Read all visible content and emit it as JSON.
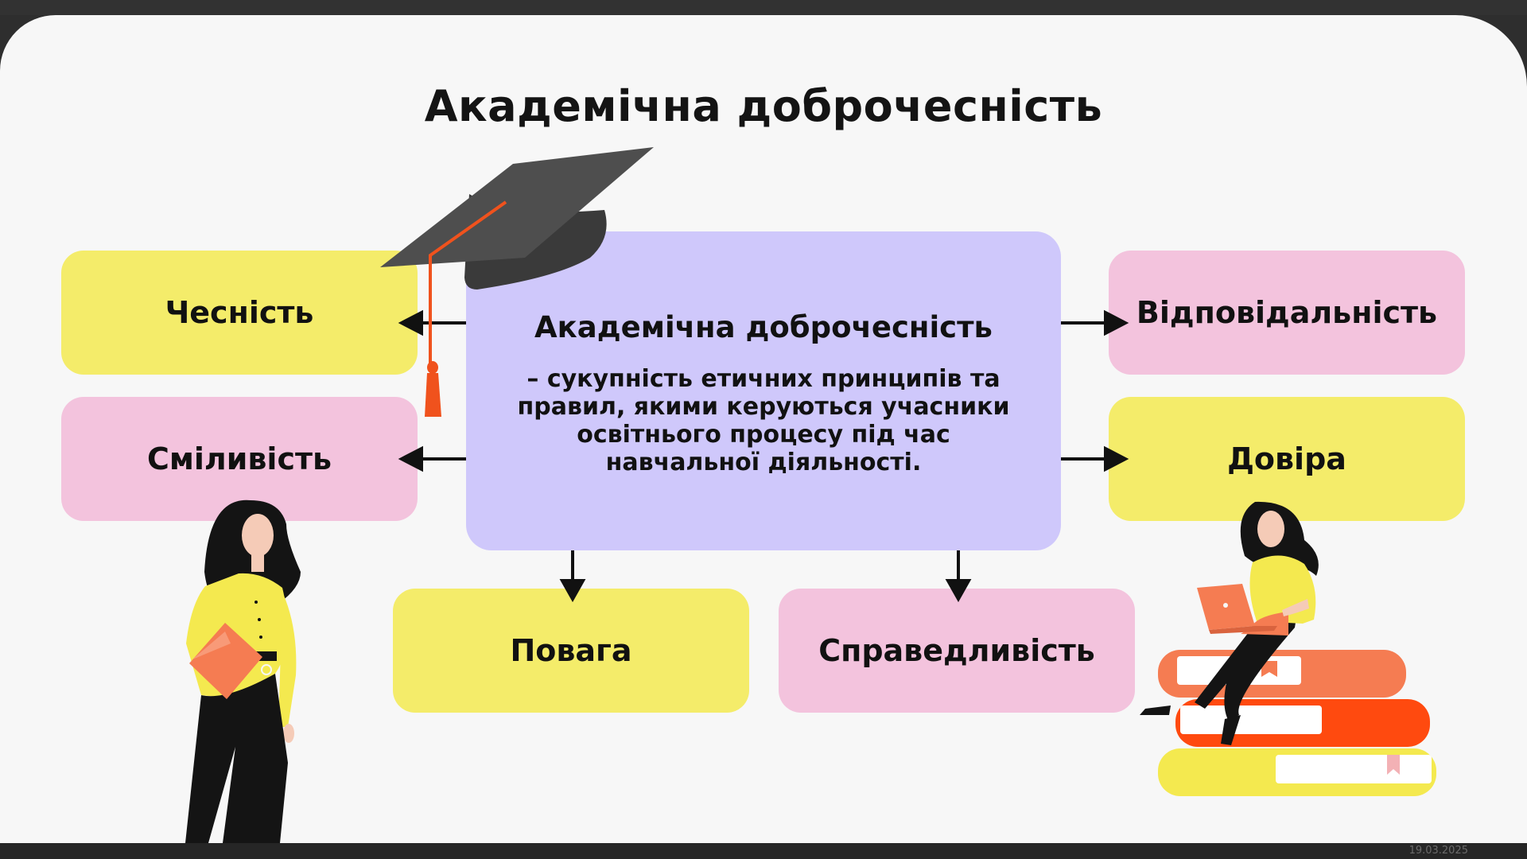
{
  "slide": {
    "title": "Академічна доброчесність",
    "center": {
      "heading": "Академічна доброчесність",
      "definition": "– сукупність етичних принципів та правил, якими керуються учасники освітнього процесу під час навчальної діяльності."
    },
    "values": [
      {
        "label": "Чесність",
        "color": "yellow"
      },
      {
        "label": "Сміливість",
        "color": "pink"
      },
      {
        "label": "Відповідальність",
        "color": "pink"
      },
      {
        "label": "Довіра",
        "color": "yellow"
      },
      {
        "label": "Повага",
        "color": "yellow"
      },
      {
        "label": "Справедливість",
        "color": "pink"
      }
    ]
  },
  "status": {
    "date": "19.03.2025"
  },
  "colors": {
    "yellow": "#f4ec6a",
    "pink": "#f3c3dd",
    "lavender": "#cfc8fb",
    "orange": "#f57c52",
    "cap": "#4a4a4a"
  },
  "illustrations": [
    "graduation-cap-icon",
    "woman-with-folder-illustration",
    "woman-with-laptop-on-books-illustration"
  ]
}
